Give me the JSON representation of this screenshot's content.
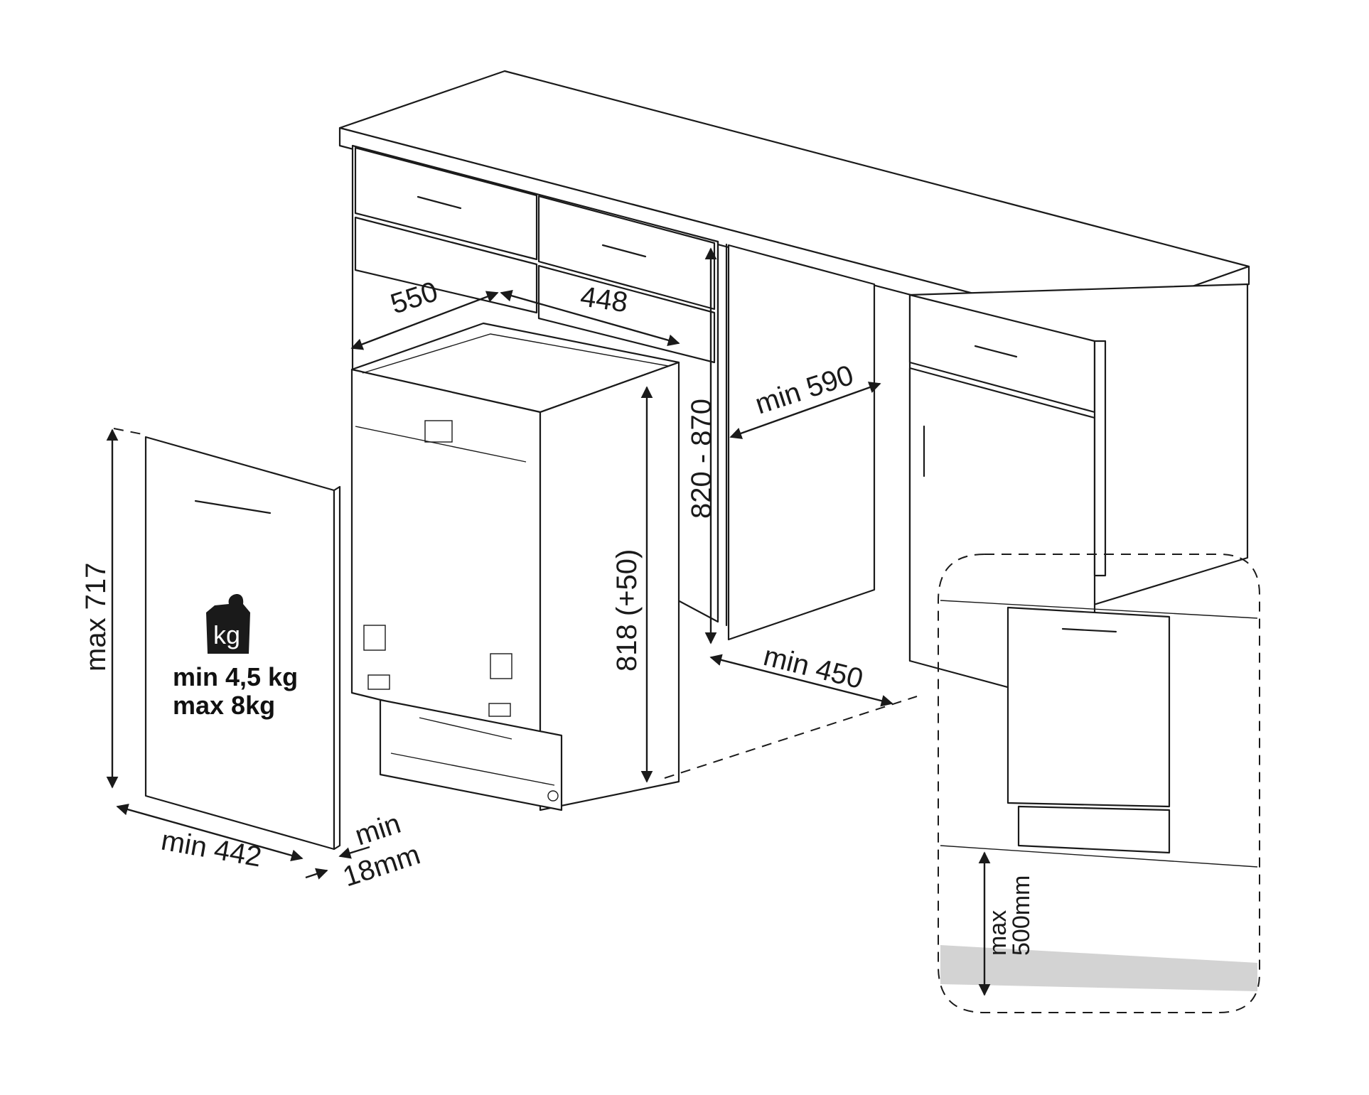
{
  "labels": {
    "depth": "550",
    "width": "448",
    "height_niche": "820 - 870",
    "cabinet_depth": "min 590",
    "niche_width": "min 450",
    "appliance_height": "818 (+50)",
    "panel_height": "max 717",
    "panel_width": "min 442",
    "panel_thickness_1": "min",
    "panel_thickness_2": "18mm",
    "weight_min": "min  4,5 kg",
    "weight_max": "max  8kg",
    "weight_unit": "kg",
    "inset_max": "max",
    "inset_500": "500mm"
  },
  "icons": [
    "weight-icon",
    "arrow-icon"
  ],
  "colors": {
    "line": "#1a1a1a",
    "floor": "#d3d3d3"
  }
}
